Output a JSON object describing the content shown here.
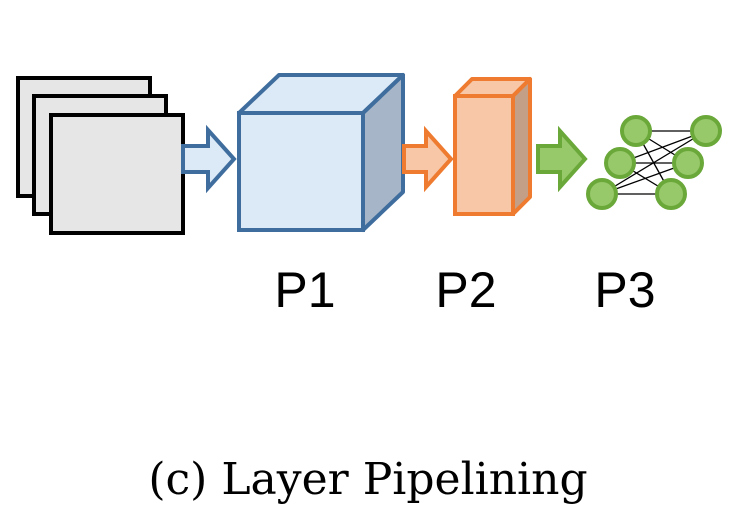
{
  "stages": [
    {
      "id": "input",
      "label": ""
    },
    {
      "id": "p1",
      "label": "P1"
    },
    {
      "id": "p2",
      "label": "P2"
    },
    {
      "id": "p3",
      "label": "P3"
    }
  ],
  "caption": "(c) Layer Pipelining",
  "colors": {
    "input_fill": "#e6e6e6",
    "input_stroke": "#000000",
    "p1_fill": "#dce9f6",
    "p1_side": "#a6b5c7",
    "p1_stroke": "#3f6d9e",
    "p2_fill": "#f7c7a8",
    "p2_side": "#c49f87",
    "p2_stroke": "#ee7b2f",
    "p3_fill": "#97c86a",
    "p3_stroke": "#6aa83a",
    "arrow1_fill": "#dce9f6",
    "arrow1_stroke": "#3f6d9e",
    "arrow2_fill": "#f7c7a8",
    "arrow2_stroke": "#ee7b2f",
    "arrow3_fill": "#97c86a",
    "arrow3_stroke": "#6aa83a"
  }
}
